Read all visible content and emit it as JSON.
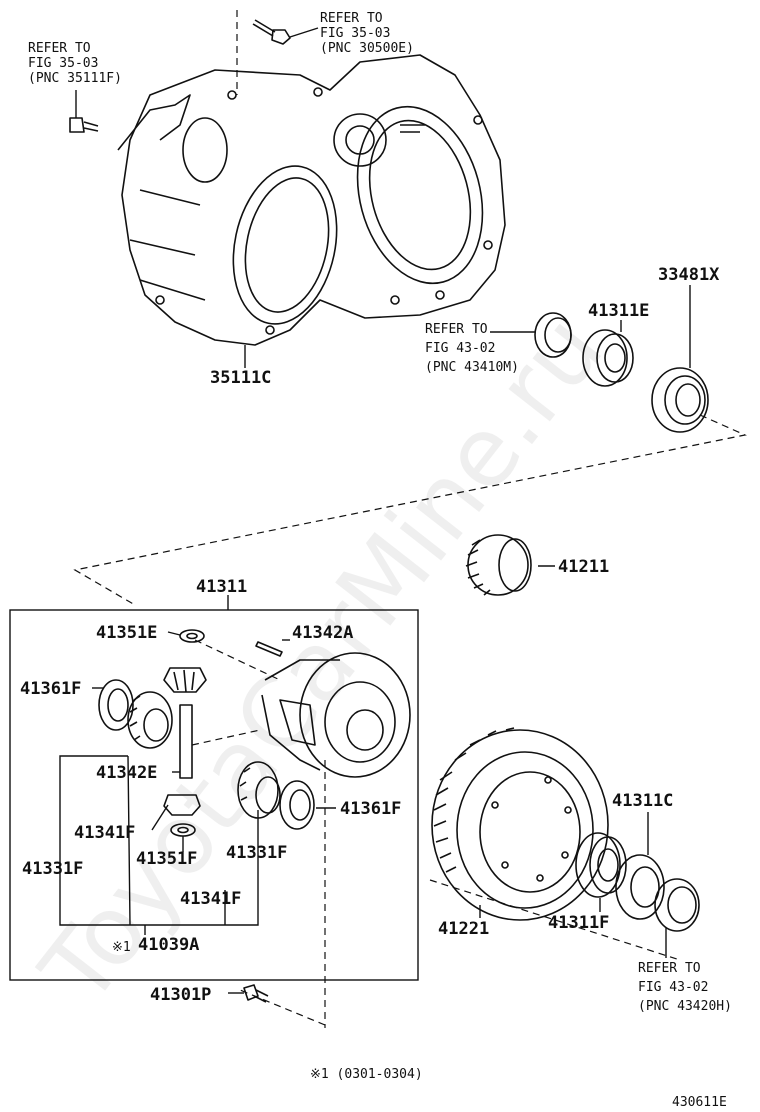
{
  "diagram": {
    "watermark": "ToyotaCarMine.ru",
    "figure_code": "430611E",
    "footnote": "※1 (0301-0304)",
    "labels": {
      "case": "35111C",
      "seal_33481X": "33481X",
      "bearing_top": "41311E",
      "ring_gear_41211": "41211",
      "diff_assy": "41311",
      "washer_41351E": "41351E",
      "pin_41342A": "41342A",
      "washer_41361F_left": "41361F",
      "shaft_41342E": "41342E",
      "washer_41361F_right": "41361F",
      "side_gear_41341F_upper": "41341F",
      "washer_41351F": "41351F",
      "pinion_41331F_right": "41331F",
      "pinion_41331F_left": "41331F",
      "side_gear_41341F_lower": "41341F",
      "kit_mark": "※1",
      "kit_41039A": "41039A",
      "bolt_41301P": "41301P",
      "bearing_41311C": "41311C",
      "final_gear_41221": "41221",
      "bearing_41311F": "41311F"
    },
    "refs": {
      "bolt_top_1": "REFER TO",
      "bolt_top_2": "FIG 35-03",
      "bolt_top_3": "(PNC 30500E)",
      "bolt_left_1": "REFER TO",
      "bolt_left_2": "FIG 35-03",
      "bolt_left_3": "(PNC 35111F)",
      "seal_1": "REFER TO",
      "seal_2": "FIG 43-02",
      "seal_3": "(PNC 43410M)",
      "seal_bottom_1": "REFER TO",
      "seal_bottom_2": "FIG 43-02",
      "seal_bottom_3": "(PNC 43420H)"
    }
  }
}
